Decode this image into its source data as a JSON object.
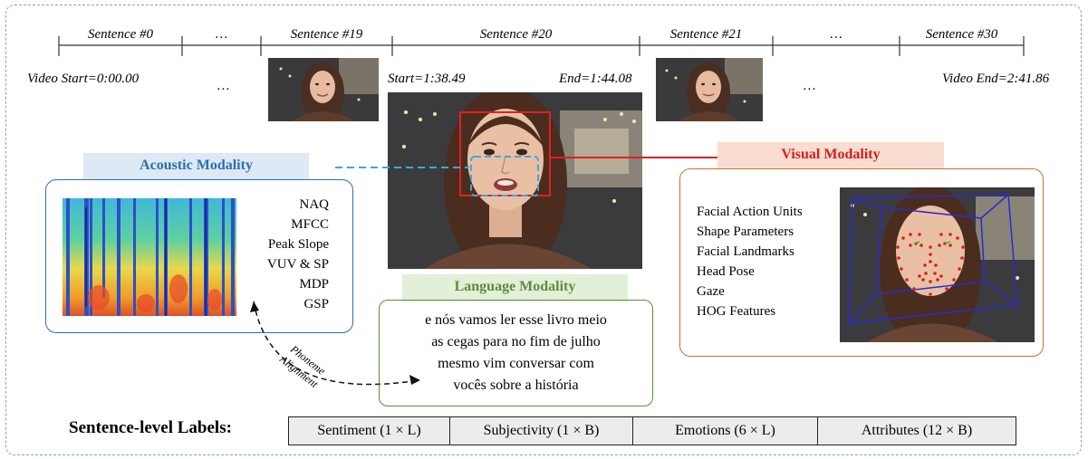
{
  "timeline": {
    "segments": [
      "Sentence #0",
      "…",
      "Sentence #19",
      "Sentence #20",
      "Sentence #21",
      "…",
      "Sentence #30"
    ],
    "video_start": "Video Start=0:00.00",
    "video_end": "Video End=2:41.86",
    "start": "Start=1:38.49",
    "end": "End=1:44.08",
    "gap_left": "…",
    "gap_right": "…"
  },
  "acoustic": {
    "title": "Acoustic Modality",
    "features": [
      "NAQ",
      "MFCC",
      "Peak Slope",
      "VUV & SP",
      "MDP",
      "GSP"
    ]
  },
  "visual": {
    "title": "Visual Modality",
    "features": [
      "Facial Action Units",
      "Shape Parameters",
      "Facial Landmarks",
      "Head Pose",
      "Gaze",
      "HOG Features"
    ]
  },
  "language": {
    "title": "Language Modality",
    "lines": [
      "e nós vamos ler esse livro meio",
      "as cegas para no fim de julho",
      "mesmo vim conversar com",
      "vocês sobre a história"
    ]
  },
  "alignment": {
    "word1": "Phoneme",
    "word2": "Alignment"
  },
  "labels": {
    "title": "Sentence-level Labels:",
    "cells": [
      "Sentiment (1 × L)",
      "Subjectivity (1 × B)",
      "Emotions (6  ×  L)",
      "Attributes (12  ×  B)"
    ]
  },
  "colors": {
    "acoustic": "#2a6fb0",
    "acoustic_bg": "#dde9f5",
    "visual": "#d11f1f",
    "visual_border": "#c8742a",
    "visual_bg": "#f8ddd0",
    "language": "#5f8b3c",
    "language_bg": "#e2efd9"
  }
}
